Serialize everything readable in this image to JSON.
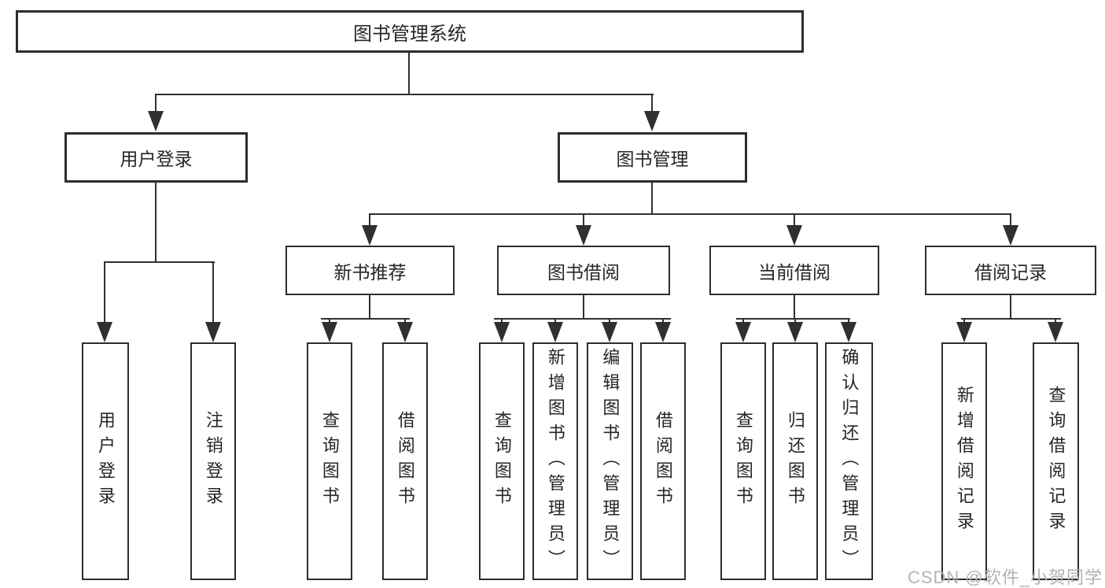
{
  "diagram": {
    "type": "hierarchy-tree",
    "root": {
      "label": "图书管理系统"
    },
    "branches": [
      {
        "label": "用户登录",
        "children": [
          {
            "label": "用户登录"
          },
          {
            "label": "注销登录"
          }
        ]
      },
      {
        "label": "图书管理",
        "children": [
          {
            "label": "新书推荐",
            "children": [
              {
                "label": "查询图书"
              },
              {
                "label": "借阅图书"
              }
            ]
          },
          {
            "label": "图书借阅",
            "children": [
              {
                "label": "查询图书"
              },
              {
                "label": "新增图书（管理员）"
              },
              {
                "label": "编辑图书（管理员）"
              },
              {
                "label": "借阅图书"
              }
            ]
          },
          {
            "label": "当前借阅",
            "children": [
              {
                "label": "查询图书"
              },
              {
                "label": "归还图书"
              },
              {
                "label": "确认归还（管理员）"
              }
            ]
          },
          {
            "label": "借阅记录",
            "children": [
              {
                "label": "新增借阅记录"
              },
              {
                "label": "查询借阅记录"
              }
            ]
          }
        ]
      }
    ],
    "watermark": "CSDN @软件_小贺同学",
    "colors": {
      "line": "#303030",
      "border": "#2d2d2d",
      "text": "#262626",
      "watermark": "#b3b3b3",
      "background": "#ffffff"
    }
  }
}
